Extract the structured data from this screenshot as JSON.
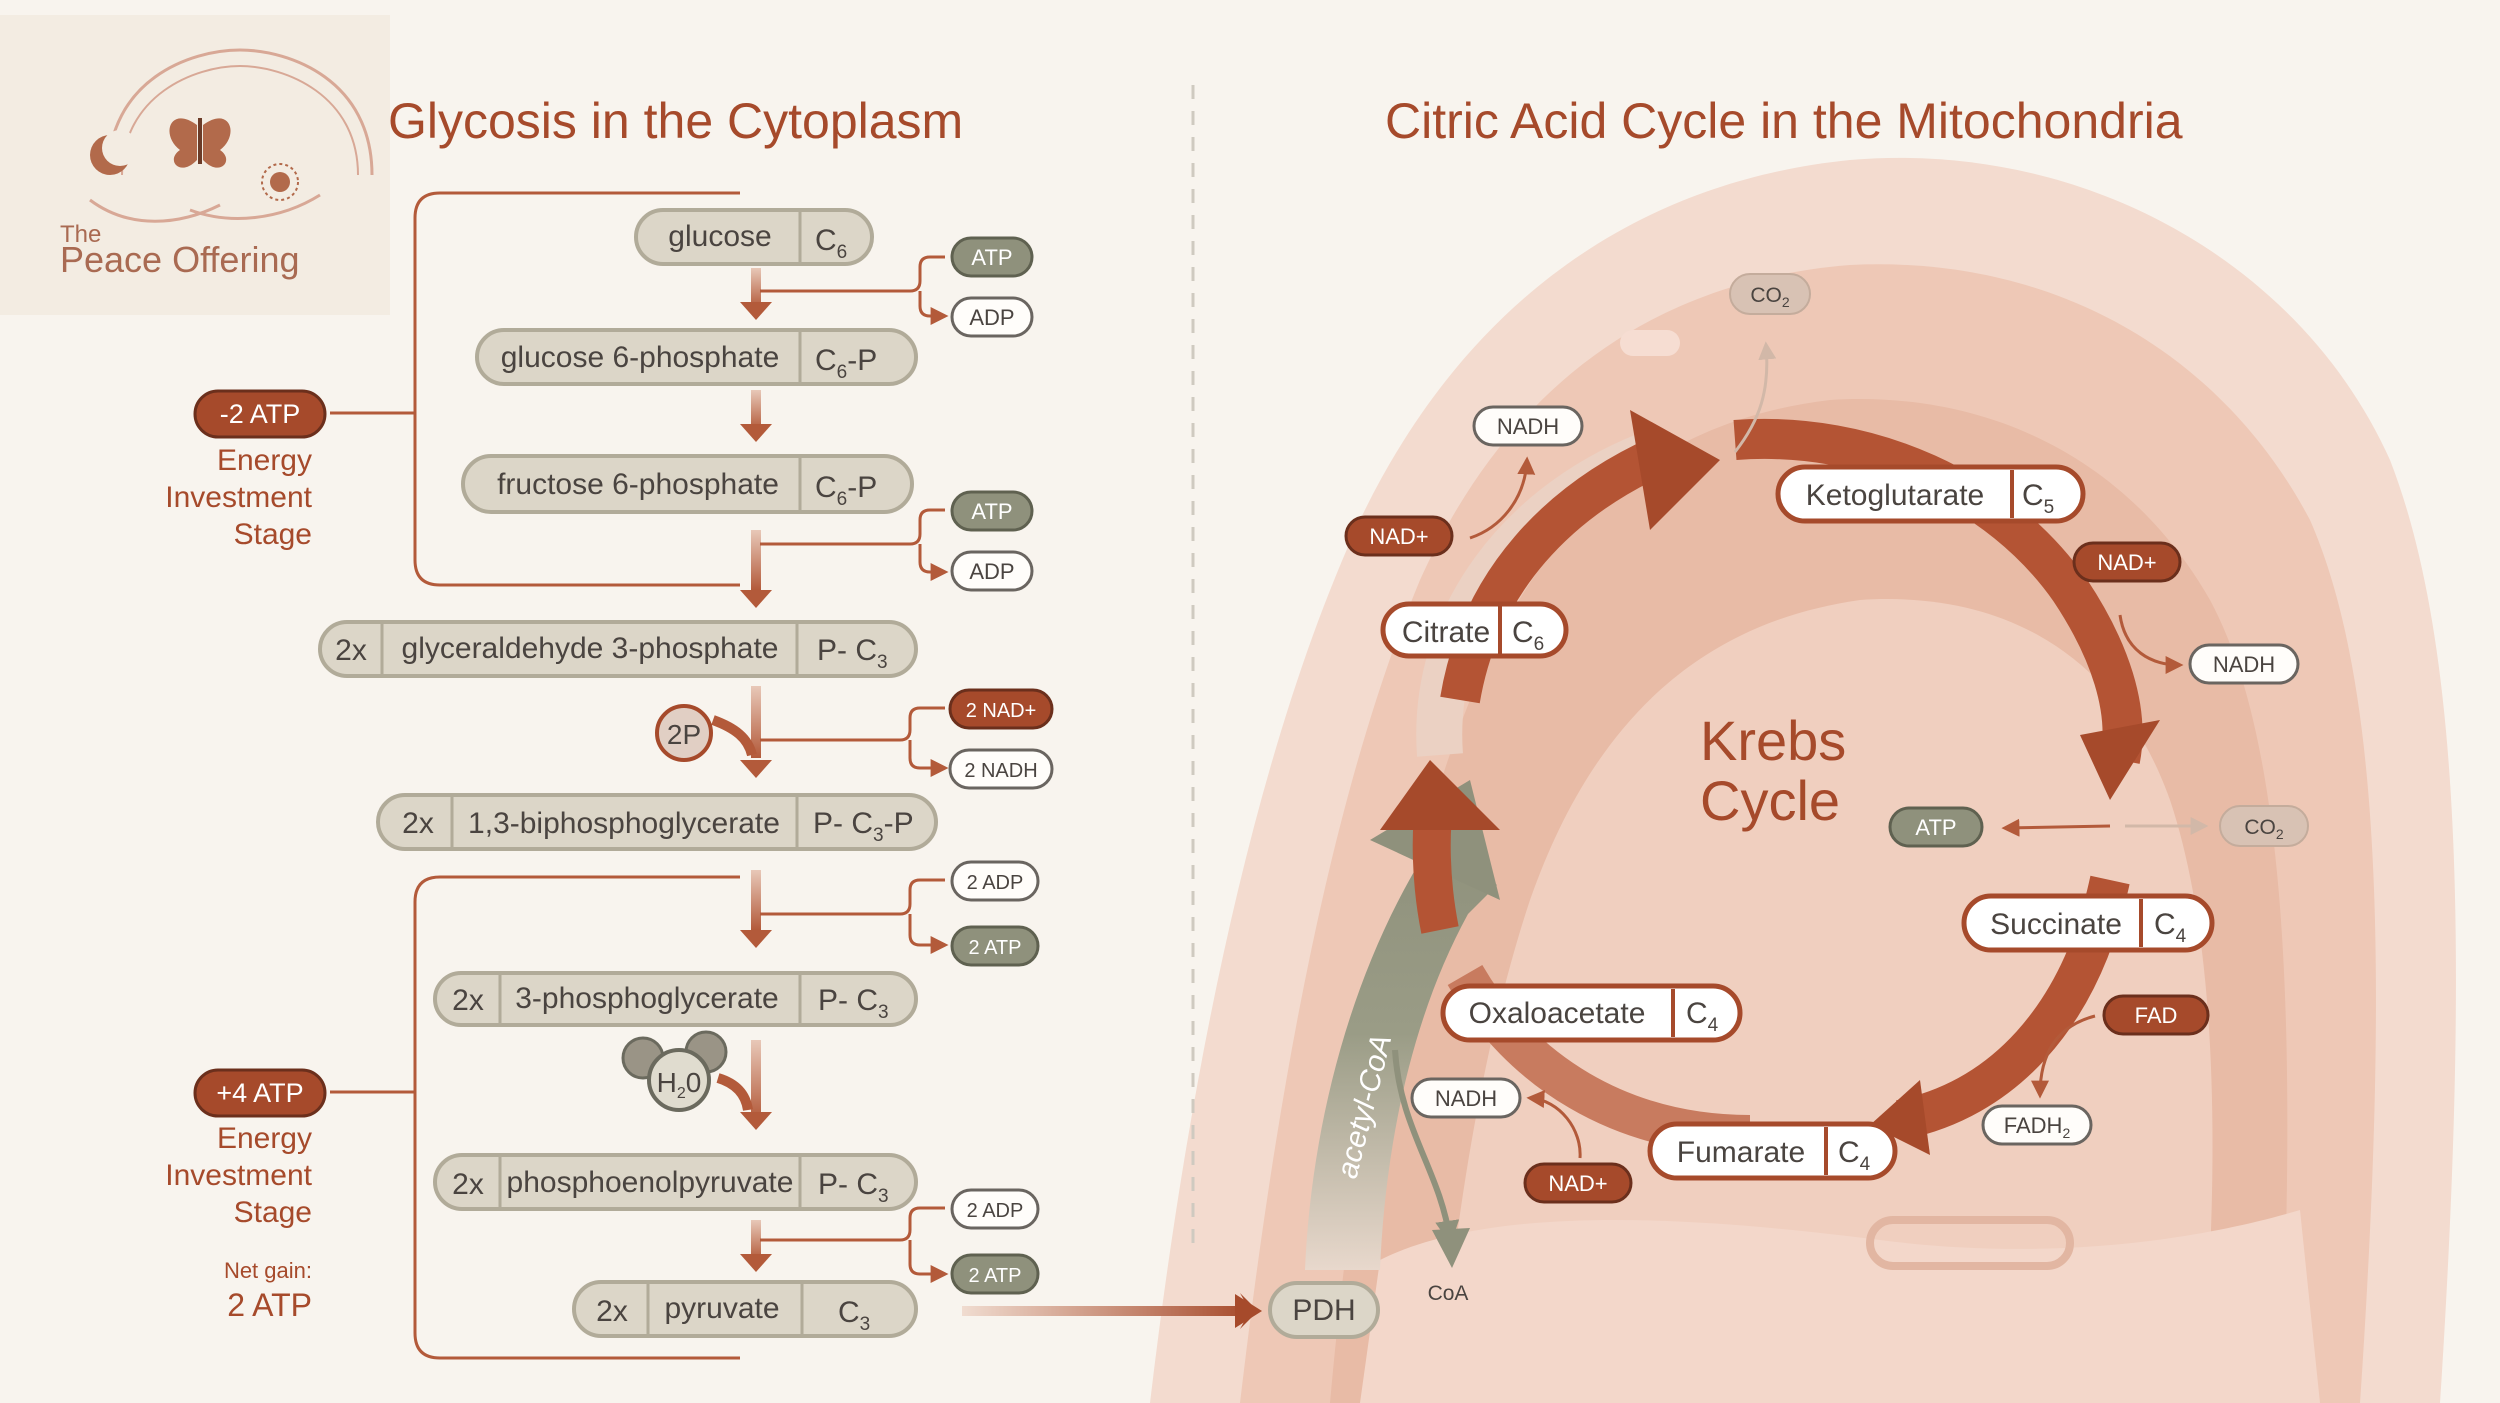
{
  "brand": {
    "the": "The",
    "name": "Peace Offering"
  },
  "headers": {
    "glycolysis": "Glycosis in the Cytoplasm",
    "krebs_section": "Citric Acid Cycle in the Mitochondria"
  },
  "glycolysis": {
    "steps": [
      {
        "mult": "",
        "name": "glucose",
        "carbon_main": "C",
        "carbon_sub": "6",
        "carbon_suffix": ""
      },
      {
        "mult": "",
        "name": "glucose 6-phosphate",
        "carbon_main": "C",
        "carbon_sub": "6",
        "carbon_suffix": "-P"
      },
      {
        "mult": "",
        "name": "fructose 6-phosphate",
        "carbon_main": "C",
        "carbon_sub": "6",
        "carbon_suffix": "-P"
      },
      {
        "mult": "2x",
        "name": "glyceraldehyde 3-phosphate",
        "carbon_main": "P- C",
        "carbon_sub": "3",
        "carbon_suffix": ""
      },
      {
        "mult": "2x",
        "name": "1,3-biphosphoglycerate",
        "carbon_main": "P- C",
        "carbon_sub": "3",
        "carbon_suffix": "-P"
      },
      {
        "mult": "2x",
        "name": "3-phosphoglycerate",
        "carbon_main": "P- C",
        "carbon_sub": "3",
        "carbon_suffix": ""
      },
      {
        "mult": "2x",
        "name": "phosphoenolpyruvate",
        "carbon_main": "P- C",
        "carbon_sub": "3",
        "carbon_suffix": ""
      },
      {
        "mult": "2x",
        "name": "pyruvate",
        "carbon_main": "C",
        "carbon_sub": "3",
        "carbon_suffix": ""
      }
    ],
    "side_tags": [
      "ATP",
      "ADP",
      "ATP",
      "ADP",
      "2 NAD+",
      "2 NADH",
      "2 ADP",
      "2 ATP",
      "2 ADP",
      "2 ATP"
    ],
    "two_p": "2P",
    "water": {
      "main": "H",
      "sub": "2",
      "tail": "0"
    },
    "stage1": {
      "badge": "-2 ATP",
      "line1": "Energy",
      "line2": "Investment",
      "line3": "Stage"
    },
    "stage2": {
      "badge": "+4 ATP",
      "line1": "Energy",
      "line2": "Investment",
      "line3": "Stage",
      "net_label": "Net gain:",
      "net_value": "2 ATP"
    }
  },
  "krebs": {
    "title_line1": "Krebs",
    "title_line2": "Cycle",
    "molecules": [
      {
        "name": "Ketoglutarate",
        "carbon_sub": "5"
      },
      {
        "name": "Citrate",
        "carbon_sub": "6"
      },
      {
        "name": "Succinate",
        "carbon_sub": "4"
      },
      {
        "name": "Oxaloacetate",
        "carbon_sub": "4"
      },
      {
        "name": "Fumarate",
        "carbon_sub": "4"
      }
    ],
    "carbon_letter": "C",
    "tags": {
      "co2_main": "CO",
      "co2_sub": "2",
      "nadh": "NADH",
      "nad_plus": "NAD+",
      "atp": "ATP",
      "fad": "FAD",
      "fadh2_main": "FADH",
      "fadh2_sub": "2"
    },
    "pdh": "PDH",
    "acetyl_coa": "acetyl-CoA",
    "coa": "CoA"
  },
  "colors": {
    "accent": "#a64a2b",
    "olive": "#8f917c",
    "gray_pill": "#dcd6c8",
    "background": "#f8f4ee"
  }
}
